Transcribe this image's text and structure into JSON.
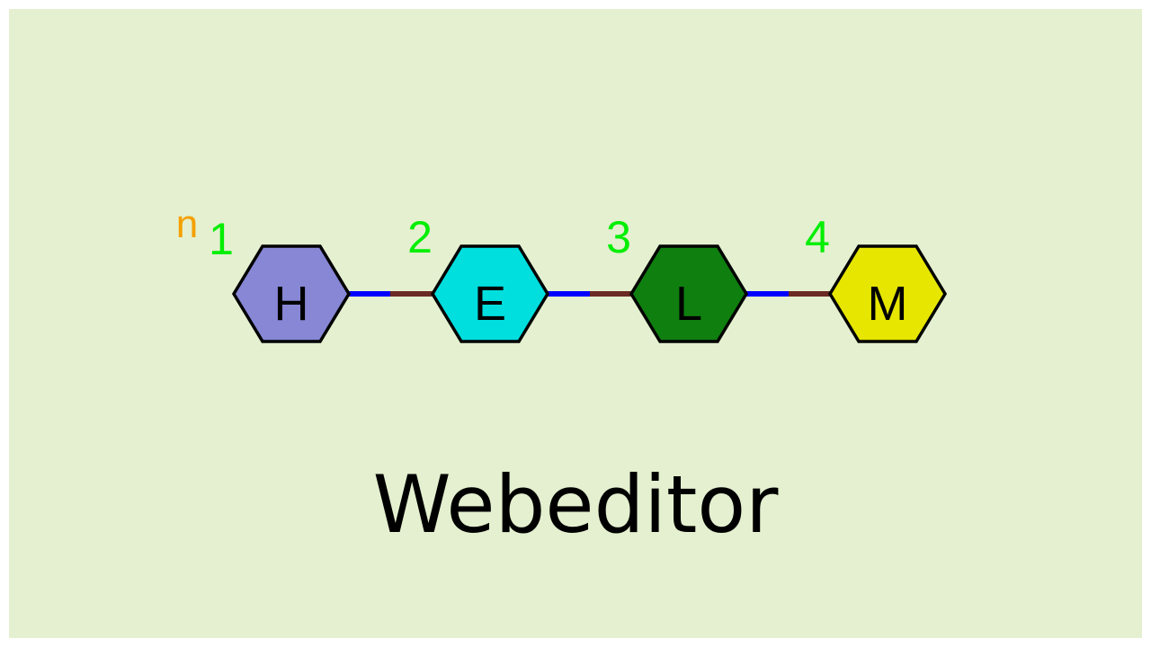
{
  "title": "Webeditor",
  "repeat_label": "n",
  "colors": {
    "background": "#e4f0cf",
    "index_label": "#00ee00",
    "repeat_label": "#f5a000",
    "bond_left": "#0000ff",
    "bond_right": "#6b2a24",
    "outline": "#000000"
  },
  "monomers": [
    {
      "letter": "H",
      "index": "1",
      "fill": "#8787d6"
    },
    {
      "letter": "E",
      "index": "2",
      "fill": "#00dede"
    },
    {
      "letter": "L",
      "index": "3",
      "fill": "#0f7f0f"
    },
    {
      "letter": "M",
      "index": "4",
      "fill": "#e6e600"
    }
  ]
}
